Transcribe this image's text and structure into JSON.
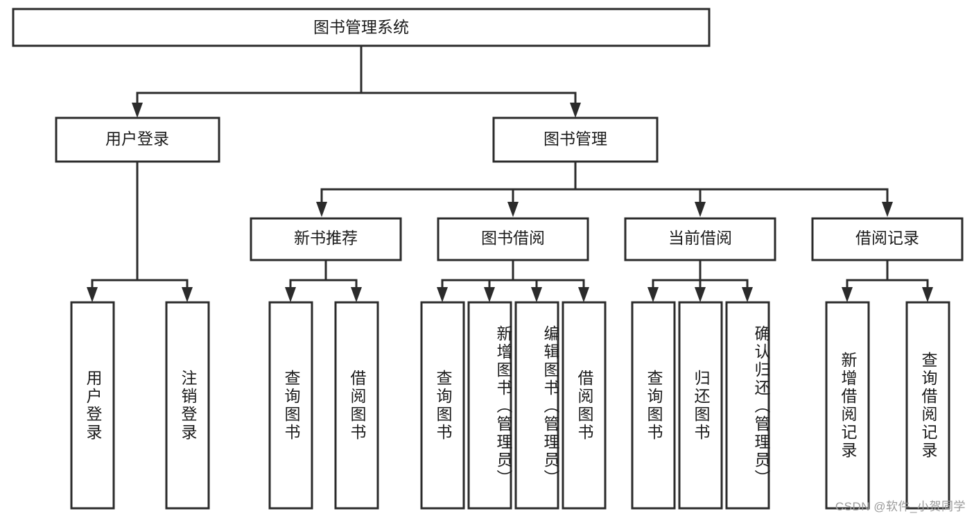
{
  "diagram": {
    "title": "图书管理系统",
    "type": "hierarchy-tree",
    "watermark": "CSDN @软件_小贺同学",
    "colors": {
      "background": "#ffffff",
      "box_stroke": "#2b2b2b",
      "box_fill": "#ffffff",
      "text": "#1a1a1a",
      "watermark": "#9a9a9a"
    },
    "levels": {
      "root": {
        "label": "图书管理系统"
      },
      "level2": [
        {
          "label": "用户登录"
        },
        {
          "label": "图书管理"
        }
      ],
      "level3": [
        {
          "label": "新书推荐"
        },
        {
          "label": "图书借阅"
        },
        {
          "label": "当前借阅"
        },
        {
          "label": "借阅记录"
        }
      ],
      "leaves": {
        "user_login": [
          {
            "label": "用户登录"
          },
          {
            "label": "注销登录"
          }
        ],
        "new_book_recommend": [
          {
            "label": "查询图书"
          },
          {
            "label": "借阅图书"
          }
        ],
        "book_borrow": [
          {
            "label": "查询图书"
          },
          {
            "label": "新增图书（管理员）"
          },
          {
            "label": "编辑图书（管理员）"
          },
          {
            "label": "借阅图书"
          }
        ],
        "current_borrow": [
          {
            "label": "查询图书"
          },
          {
            "label": "归还图书"
          },
          {
            "label": "确认归还（管理员）"
          }
        ],
        "borrow_record": [
          {
            "label": "新增借阅记录"
          },
          {
            "label": "查询借阅记录"
          }
        ]
      }
    }
  },
  "chart_data": {
    "type": "table",
    "title": "图书管理系统",
    "nodes": [
      {
        "id": "root",
        "label": "图书管理系统",
        "level": 0,
        "parent": null
      },
      {
        "id": "n-user-login",
        "label": "用户登录",
        "level": 1,
        "parent": "root"
      },
      {
        "id": "n-book-mgmt",
        "label": "图书管理",
        "level": 1,
        "parent": "root"
      },
      {
        "id": "n-new-book",
        "label": "新书推荐",
        "level": 2,
        "parent": "n-book-mgmt"
      },
      {
        "id": "n-book-borrow",
        "label": "图书借阅",
        "level": 2,
        "parent": "n-book-mgmt"
      },
      {
        "id": "n-current-borrow",
        "label": "当前借阅",
        "level": 2,
        "parent": "n-book-mgmt"
      },
      {
        "id": "n-borrow-record",
        "label": "借阅记录",
        "level": 2,
        "parent": "n-book-mgmt"
      },
      {
        "id": "l-user-login",
        "label": "用户登录",
        "level": 3,
        "parent": "n-user-login"
      },
      {
        "id": "l-logout",
        "label": "注销登录",
        "level": 3,
        "parent": "n-user-login"
      },
      {
        "id": "l-nb-query",
        "label": "查询图书",
        "level": 3,
        "parent": "n-new-book"
      },
      {
        "id": "l-nb-borrow",
        "label": "借阅图书",
        "level": 3,
        "parent": "n-new-book"
      },
      {
        "id": "l-bb-query",
        "label": "查询图书",
        "level": 3,
        "parent": "n-book-borrow"
      },
      {
        "id": "l-bb-add",
        "label": "新增图书（管理员）",
        "level": 3,
        "parent": "n-book-borrow"
      },
      {
        "id": "l-bb-edit",
        "label": "编辑图书（管理员）",
        "level": 3,
        "parent": "n-book-borrow"
      },
      {
        "id": "l-bb-borrow",
        "label": "借阅图书",
        "level": 3,
        "parent": "n-book-borrow"
      },
      {
        "id": "l-cb-query",
        "label": "查询图书",
        "level": 3,
        "parent": "n-current-borrow"
      },
      {
        "id": "l-cb-return",
        "label": "归还图书",
        "level": 3,
        "parent": "n-current-borrow"
      },
      {
        "id": "l-cb-confirm",
        "label": "确认归还（管理员）",
        "level": 3,
        "parent": "n-current-borrow"
      },
      {
        "id": "l-br-add",
        "label": "新增借阅记录",
        "level": 3,
        "parent": "n-borrow-record"
      },
      {
        "id": "l-br-query",
        "label": "查询借阅记录",
        "level": 3,
        "parent": "n-borrow-record"
      }
    ]
  }
}
